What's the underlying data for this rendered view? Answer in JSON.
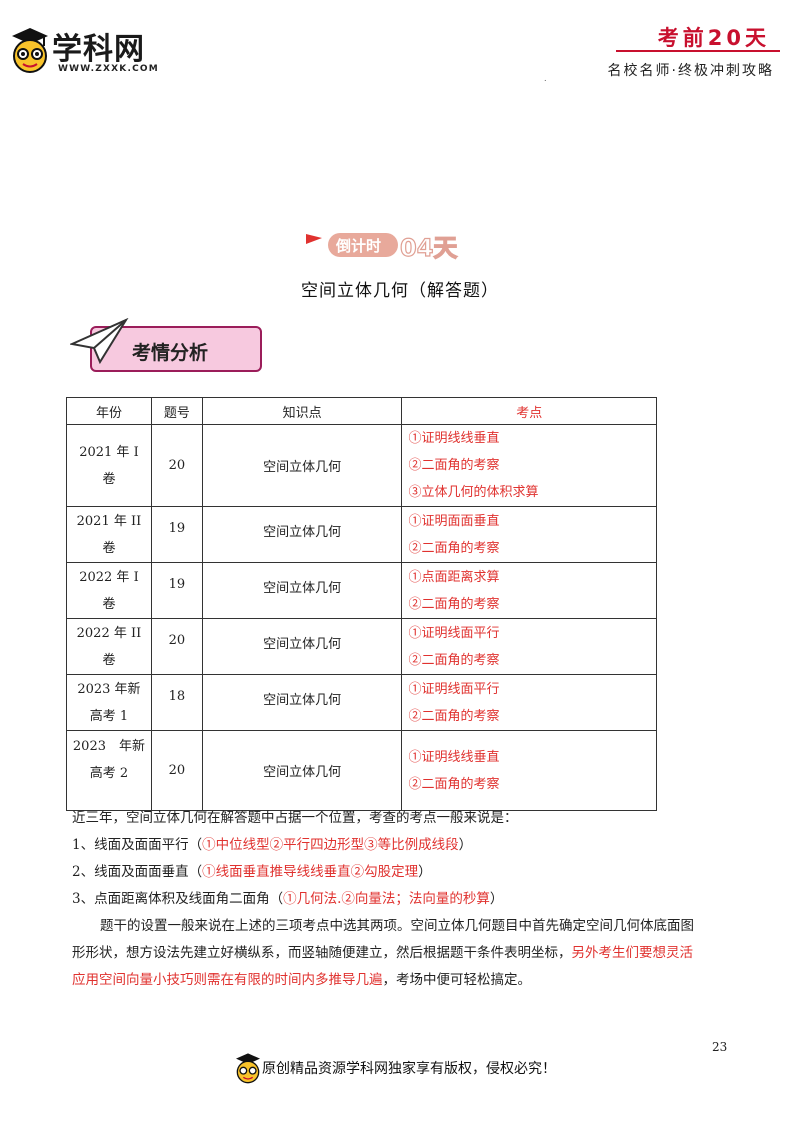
{
  "header": {
    "logo_text": "学科网",
    "logo_url": "WWW.ZXXK.COM",
    "title": "考前20天",
    "subtitle": "名校名师·终极冲刺攻略",
    "dot": "."
  },
  "banner": {
    "label": "倒计时",
    "day": "04天"
  },
  "page_title": "空间立体几何（解答题）",
  "section_tag": "考情分析",
  "table": {
    "headers": [
      "年份",
      "题号",
      "知识点",
      "考点"
    ],
    "rows": [
      {
        "year_a": "2021 年 I",
        "year_b": "卷",
        "num": "20",
        "topic": "空间立体几何",
        "points": [
          "①证明线线垂直",
          "②二面角的考察",
          "③立体几何的体积求算"
        ]
      },
      {
        "year_a": "2021 年 II",
        "year_b": "卷",
        "num": "19",
        "topic": "空间立体几何",
        "points": [
          "①证明面面垂直",
          "②二面角的考察"
        ]
      },
      {
        "year_a": "2022 年 I",
        "year_b": "卷",
        "num": "19",
        "topic": "空间立体几何",
        "points": [
          "①点面距离求算",
          "②二面角的考察"
        ]
      },
      {
        "year_a": "2022 年 II",
        "year_b": "卷",
        "num": "20",
        "topic": "空间立体几何",
        "points": [
          "①证明线面平行",
          "②二面角的考察"
        ]
      },
      {
        "year_a": "2023 年新",
        "year_b": "高考 1",
        "num": "18",
        "topic": "空间立体几何",
        "points": [
          "①证明线面平行",
          "②二面角的考察"
        ]
      },
      {
        "year_a": "2023　年新",
        "year_b": "高考 2",
        "num": "20",
        "topic": "空间立体几何",
        "points": [
          "①证明线线垂直",
          "②二面角的考察"
        ]
      }
    ]
  },
  "body": {
    "intro": "近三年，空间立体几何在解答题中占据一个位置，考查的考点一般来说是：",
    "item1_label": "1、线面及面面平行（",
    "item1_red": "①中位线型②平行四边形型③等比例成线段",
    "item1_end": "）",
    "item2_label": "2、线面及面面垂直（",
    "item2_red": "①线面垂直推导线线垂直②勾股定理",
    "item2_end": "）",
    "item3_label": "3、点面距离体积及线面角二面角（",
    "item3_red": "①几何法.②向量法；法向量的秒算",
    "item3_end": "）",
    "para_line1": "题干的设置一般来说在上述的三项考点中选其两项。空间立体几何题目中首先确定空间几何体底面图",
    "para_line2_black": "形形状，想方设法先建立好横纵系，而竖轴随便建立，然后根据题干条件表明坐标，",
    "para_line2_red": "另外考生们要想灵活",
    "para_line3_red": "应用空间向量小技巧则需在有限的时间内多推导几遍",
    "para_line3_black": "，考场中便可轻松搞定。"
  },
  "page_number": "23",
  "footer": "原创精品资源学科网独家享有版权，侵权必究！",
  "colors": {
    "accent_red": "#e0322f",
    "brand_red": "#c8102e",
    "tag_pink": "#f7c9df"
  }
}
